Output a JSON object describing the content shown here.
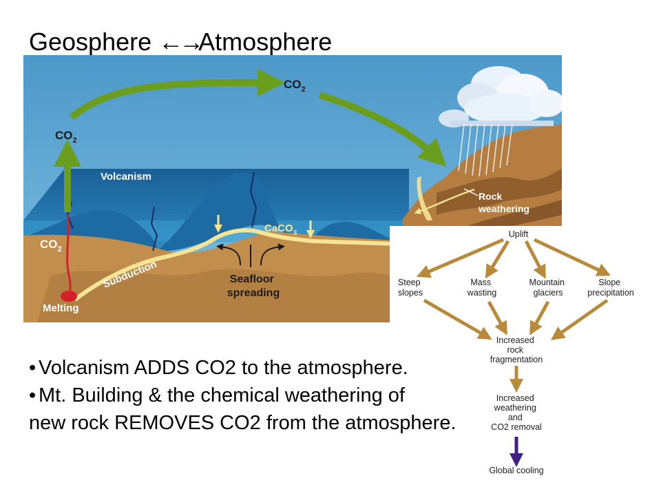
{
  "slide": {
    "title": {
      "left": "Geosphere",
      "arrow_left": "←",
      "arrow_right": "→",
      "right": "Atmosphere"
    },
    "bullets": [
      {
        "symbol": "•",
        "text": "Volcanism ADDS CO2 to the atmosphere."
      },
      {
        "symbol": "•",
        "text": "Mt. Building & the chemical weathering of",
        "continuation": "new rock REMOVES CO2 from the atmosphere."
      }
    ]
  },
  "cycle_diagram": {
    "co2_left": {
      "main": "CO",
      "sub": "2"
    },
    "co2_top": {
      "main": "CO",
      "sub": "2"
    },
    "co2_crust": {
      "main": "CO",
      "sub": "2"
    },
    "caco3": {
      "main": "CaCO",
      "sub": "3"
    },
    "volcanism": "Volcanism",
    "rock_weathering": [
      "Rock",
      "weathering"
    ],
    "subduction": "Subduction",
    "seafloor_spreading": [
      "Seafloor",
      "spreading"
    ],
    "melting": "Melting",
    "colors": {
      "sky": "#5aa4d2",
      "ocean": "#1d6ea8",
      "crust": "#c28e4e",
      "arrow_green": "#6b9e1f",
      "sediment": "#f5e493",
      "magma": "#d4202a"
    }
  },
  "flowchart": {
    "uplift": "Uplift",
    "steep_slopes": [
      "Steep",
      "slopes"
    ],
    "mass_wasting": [
      "Mass",
      "wasting"
    ],
    "mountain_glaciers": [
      "Mountain",
      "glaciers"
    ],
    "slope_precipitation": [
      "Slope",
      "precipitation"
    ],
    "fragmentation": [
      "Increased",
      "rock",
      "fragmentation"
    ],
    "weathering": [
      "Increased",
      "weathering",
      "and",
      "CO2 removal"
    ],
    "cooling": "Global cooling",
    "colors": {
      "arrow": "#b88a3c",
      "final_arrow": "#3f1f86"
    }
  }
}
